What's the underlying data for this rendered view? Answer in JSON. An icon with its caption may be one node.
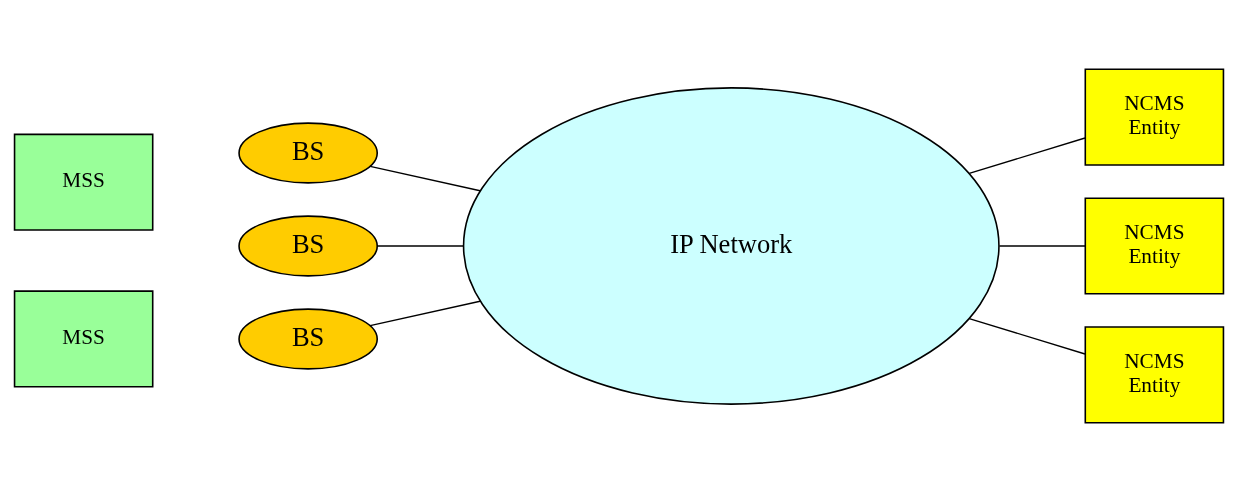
{
  "diagram": {
    "nodes": [
      {
        "text": [
          "MSS"
        ]
      },
      {
        "text": [
          "BS"
        ]
      },
      {
        "text": [
          "NCMS Entity"
        ]
      },
      {
        "text": [
          "IP Network"
        ]
      },
      {
        "text": [
          "BS"
        ]
      },
      {
        "text": [
          "NCMS Entity"
        ]
      },
      {
        "text": [
          "MSS"
        ]
      },
      {
        "text": [
          "BS"
        ]
      },
      {
        "text": [
          "NCMS Entity"
        ]
      }
    ],
    "edges": [
      {
        "from": 1,
        "to": 3,
        "arrow": "none"
      },
      {
        "from": 4,
        "to": 3,
        "arrow": "none"
      },
      {
        "from": 7,
        "to": 3,
        "arrow": "none"
      },
      {
        "from": 3,
        "to": 2,
        "arrow": "none"
      },
      {
        "from": 3,
        "to": 5,
        "arrow": "none"
      },
      {
        "from": 3,
        "to": 8,
        "arrow": "none"
      }
    ]
  }
}
